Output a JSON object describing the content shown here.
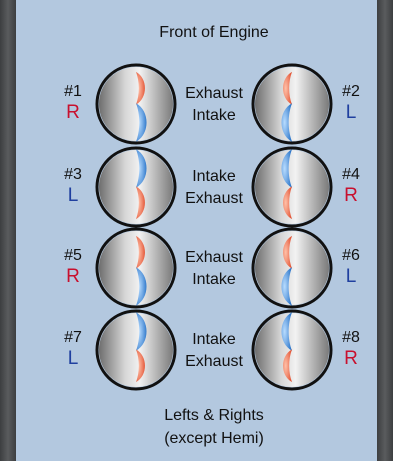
{
  "title": "Front of Engine",
  "footer": {
    "line1": "Lefts & Rights",
    "line2": "(except Hemi)"
  },
  "colors": {
    "panel": "#b3c8df",
    "right": "#c8102e",
    "left": "#1f3f9f",
    "exhaust_port": "#e8573a",
    "intake_port": "#2f7fd0",
    "cylinder_ring": "#111111",
    "frame": "#505254"
  },
  "rows": [
    {
      "left": {
        "num": "#1",
        "side": "R",
        "top_port": "exhaust",
        "bottom_port": "intake"
      },
      "labels": [
        "Exhaust",
        "Intake"
      ],
      "right": {
        "num": "#2",
        "side": "L",
        "top_port": "exhaust",
        "bottom_port": "intake"
      }
    },
    {
      "left": {
        "num": "#3",
        "side": "L",
        "top_port": "intake",
        "bottom_port": "exhaust"
      },
      "labels": [
        "Intake",
        "Exhaust"
      ],
      "right": {
        "num": "#4",
        "side": "R",
        "top_port": "intake",
        "bottom_port": "exhaust"
      }
    },
    {
      "left": {
        "num": "#5",
        "side": "R",
        "top_port": "exhaust",
        "bottom_port": "intake"
      },
      "labels": [
        "Exhaust",
        "Intake"
      ],
      "right": {
        "num": "#6",
        "side": "L",
        "top_port": "exhaust",
        "bottom_port": "intake"
      }
    },
    {
      "left": {
        "num": "#7",
        "side": "L",
        "top_port": "intake",
        "bottom_port": "exhaust"
      },
      "labels": [
        "Intake",
        "Exhaust"
      ],
      "right": {
        "num": "#8",
        "side": "R",
        "top_port": "intake",
        "bottom_port": "exhaust"
      }
    }
  ]
}
